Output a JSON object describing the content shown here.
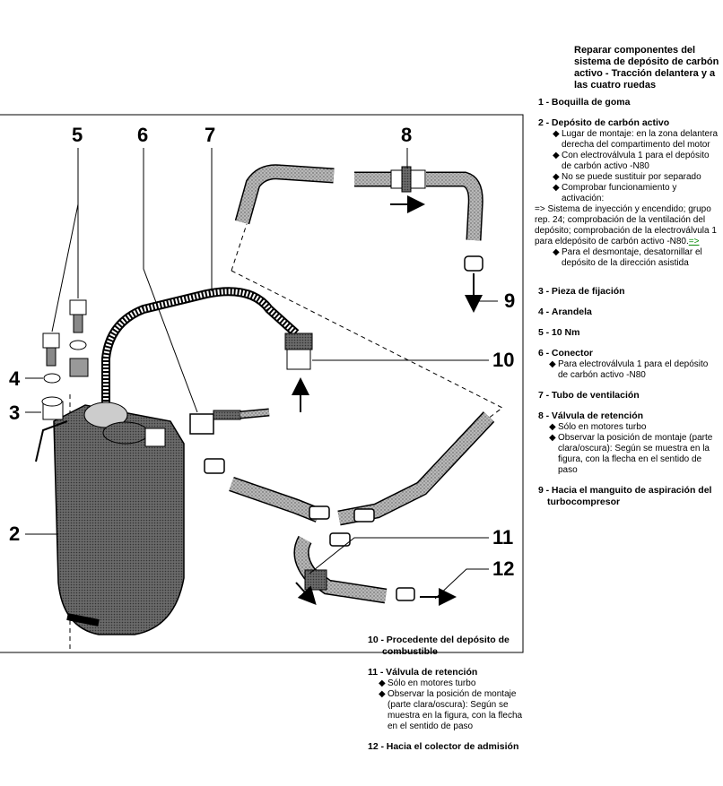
{
  "title": "Reparar componentes del sistema de depósito de carbón activo - Tracción delantera y a las cuatro ruedas",
  "callouts": [
    "5",
    "6",
    "7",
    "8",
    "9",
    "10",
    "4",
    "3",
    "2",
    "11",
    "12"
  ],
  "items": [
    {
      "n": "1",
      "label": "Boquilla de goma",
      "notes": []
    },
    {
      "n": "2",
      "label": "Depósito de carbón activo",
      "notes": [
        "Lugar de montaje: en la zona delantera derecha del compartimento del motor",
        "Con electroválvula 1 para el depósito de carbón activo -N80",
        "No se puede sustituir por separado",
        "Comprobar funcionamiento y activación:"
      ],
      "plain": "=> Sistema de inyección y encendido; grupo rep. 24; comprobación de la ventilación del depósito; comprobación de la electroválvula 1 para eldepósito de carbón activo -N80.",
      "link": "=>",
      "extra": "Para el desmontaje, desatornillar el depósito de la dirección asistida"
    },
    {
      "n": "3",
      "label": "Pieza de fijación",
      "notes": []
    },
    {
      "n": "4",
      "label": "Arandela",
      "notes": []
    },
    {
      "n": "5",
      "label": "10 Nm",
      "notes": []
    },
    {
      "n": "6",
      "label": "Conector",
      "notes": [
        "Para electroválvula 1 para el depósito de carbón activo -N80"
      ]
    },
    {
      "n": "7",
      "label": "Tubo de ventilación",
      "notes": []
    },
    {
      "n": "8",
      "label": "Válvula de retención",
      "notes": [
        "Sólo en motores turbo",
        "Observar la posición de montaje (parte clara/oscura): Según se muestra en la figura, con la flecha en el sentido de paso"
      ]
    },
    {
      "n": "9",
      "label": "Hacia el manguito de aspiración del turbocompresor",
      "notes": []
    },
    {
      "n": "10",
      "label": "Procedente del depósito de combustible",
      "notes": []
    },
    {
      "n": "11",
      "label": "Válvula de retención",
      "notes": [
        "Sólo en motores turbo",
        "Observar la posición de montaje (parte clara/oscura): Según se muestra en la figura, con la flecha en el sentido de paso"
      ]
    },
    {
      "n": "12",
      "label": "Hacia el colector de admisión",
      "notes": []
    }
  ],
  "colors": {
    "link": "#0a8a0a",
    "hose": "#9a9a9a",
    "canister": "#6e6e6e"
  }
}
